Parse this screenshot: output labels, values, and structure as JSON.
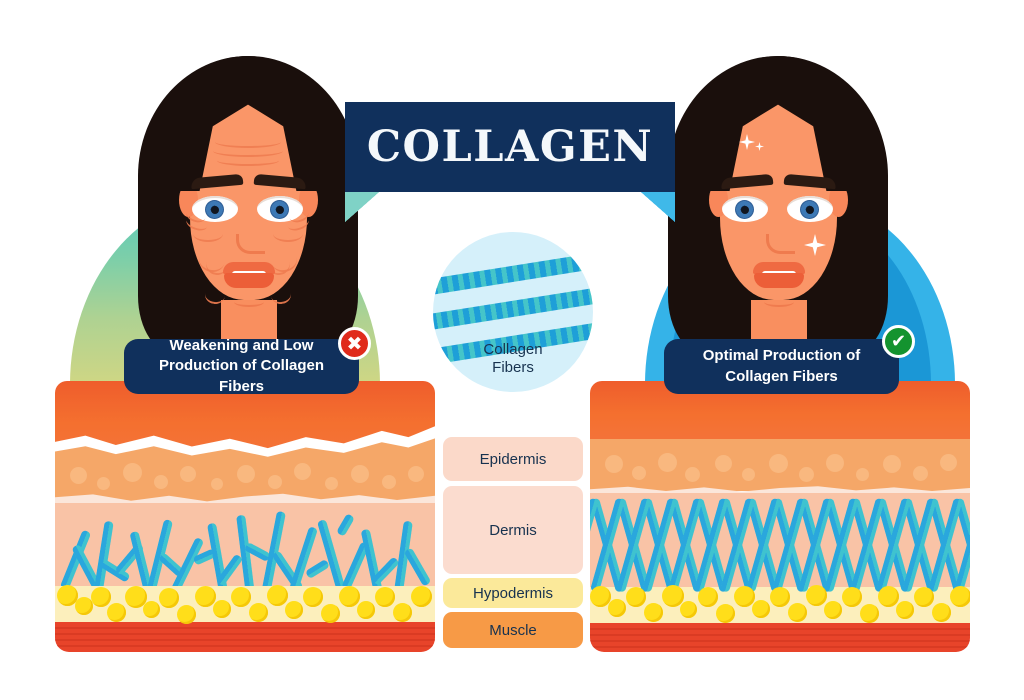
{
  "title": "COLLAGEN",
  "left_panel": {
    "caption": "Weakening and Low\nProduction of Collagen Fibers",
    "badge": "✖",
    "badge_name": "cross-badge",
    "badge_color": "#e02a1b",
    "face_state": "wrinkled-aged-face",
    "arch_gradient": [
      "#56c9bd",
      "#cfd684"
    ],
    "fiber_state": "fragmented-collagen-fibers"
  },
  "right_panel": {
    "caption": "Optimal Production of\nCollagen Fibers",
    "badge": "✔",
    "badge_name": "check-badge",
    "badge_color": "#14932f",
    "face_state": "smooth-youthful-face",
    "arch_colors": [
      "#35b3e8",
      "#1b97d6"
    ],
    "fiber_state": "intact-collagen-lattice"
  },
  "center": {
    "circle_caption_line1": "Collagen",
    "circle_caption_line2": "Fibers",
    "legend": [
      {
        "label": "Epidermis",
        "color": "#fbd9c9"
      },
      {
        "label": "Dermis",
        "color": "#fbdccf"
      },
      {
        "label": "Hypodermis",
        "color": "#fbe99a"
      },
      {
        "label": "Muscle",
        "color": "#f79a46"
      }
    ]
  },
  "colors": {
    "navy": "#10305c",
    "skin": "#fa9668",
    "hair": "#1a0f0c",
    "fiber_blue": "#2aa7dd",
    "fat_yellow": "#ffde1a",
    "muscle_red": "#e8442a",
    "background": "#ffffff"
  }
}
